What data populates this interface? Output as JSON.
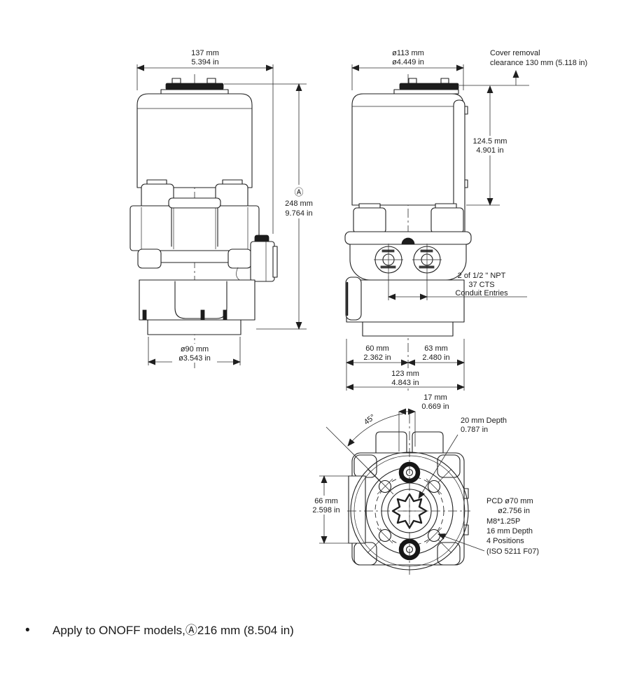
{
  "page": {
    "background": "#ffffff",
    "ink": "#1a1a1a"
  },
  "front_view": {
    "width_mm": "137 mm",
    "width_in": "5.394 in",
    "height_ref": "Ⓐ",
    "height_mm": "248 mm",
    "height_in": "9.764 in",
    "base_dia_mm": "ø90 mm",
    "base_dia_in": "ø3.543 in"
  },
  "side_view": {
    "cover_dia_mm": "ø113 mm",
    "cover_dia_in": "ø4.449 in",
    "cover_removal_line1": "Cover removal",
    "cover_removal_line2": "clearance 130 mm (5.118 in)",
    "cover_height_mm": "124.5 mm",
    "cover_height_in": "4.901 in",
    "conduit_line1": "2 of 1/2 \" NPT",
    "conduit_line2": "37 CTS",
    "conduit_line3": "Conduit Entries",
    "front_offset_mm": "60 mm",
    "front_offset_in": "2.362 in",
    "rear_offset_mm": "63 mm",
    "rear_offset_in": "2.480 in",
    "depth_total_mm": "123 mm",
    "depth_total_in": "4.843 in"
  },
  "bottom_view": {
    "offset_mm": "17 mm",
    "offset_in": "0.669 in",
    "angle": "45°",
    "depth_line1": "20 mm Depth",
    "depth_line2": "0.787 in",
    "boss_mm": "66 mm",
    "boss_in": "2.598 in",
    "pcd_line1": "PCD ø70 mm",
    "pcd_line2": "ø2.756 in",
    "pcd_line3": "M8*1.25P",
    "pcd_line4": "16 mm Depth",
    "pcd_line5": "4 Positions",
    "pcd_line6": "(ISO 5211 F07)"
  },
  "note": {
    "bullet": "•",
    "text": "Apply to ONOFF models,Ⓐ216 mm (8.504 in)"
  }
}
